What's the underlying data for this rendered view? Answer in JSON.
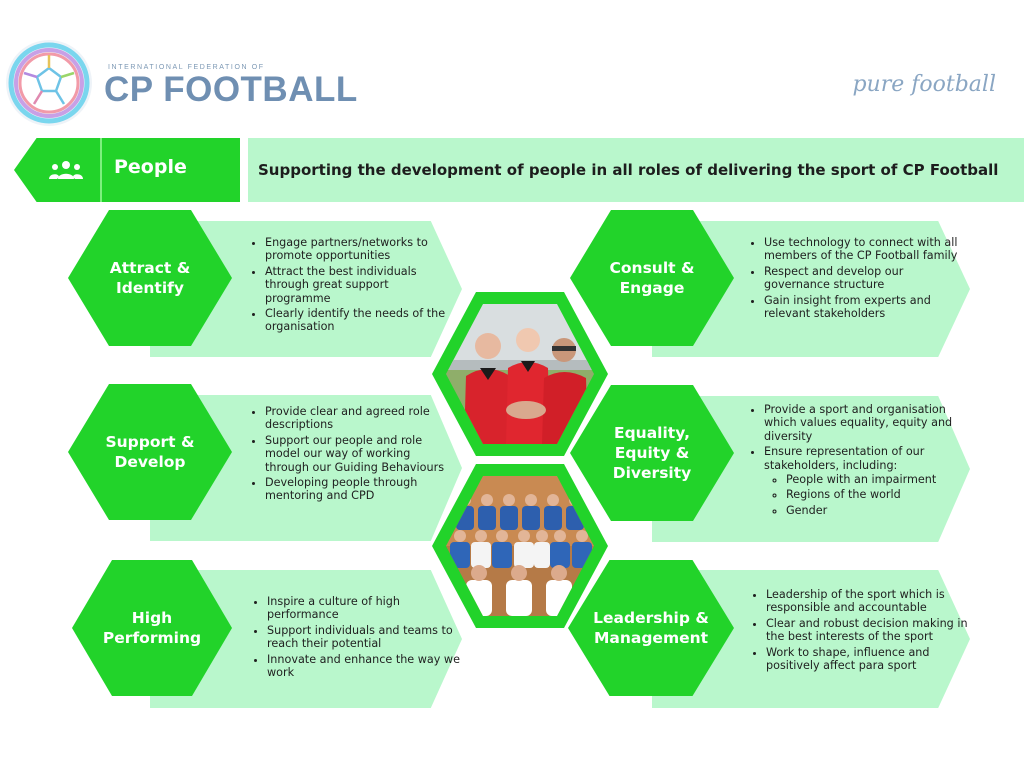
{
  "header": {
    "logo_small": "INTERNATIONAL FEDERATION OF",
    "logo_big": "CP FOOTBALL",
    "tagline": "pure football"
  },
  "title_bar": {
    "label": "People",
    "icon": "people-icon",
    "subtitle": "Supporting the development of people in all roles of delivering the sport of CP Football"
  },
  "colors": {
    "green": "#22d32a",
    "light_green": "#b9f7cc",
    "logo_blue": "#6f8fb2"
  },
  "cards": {
    "attract": {
      "title": "Attract &\nIdentify",
      "bullets": [
        "Engage partners/networks to promote opportunities",
        "Attract the best individuals through great support programme",
        "Clearly identify the needs of the organisation"
      ]
    },
    "support": {
      "title": "Support &\nDevelop",
      "bullets": [
        "Provide clear and agreed role descriptions",
        "Support our people and role model our way of working through our Guiding Behaviours",
        "Developing people through mentoring and CPD"
      ]
    },
    "high": {
      "title": "High\nPerforming",
      "bullets": [
        "Inspire a culture of high performance",
        "Support individuals and teams to reach their potential",
        "Innovate and enhance the way we work"
      ]
    },
    "consult": {
      "title": "Consult &\nEngage",
      "bullets": [
        "Use technology to connect with all members of the CP Football family",
        "Respect and develop our governance structure",
        "Gain insight from experts and relevant stakeholders"
      ]
    },
    "equality": {
      "title": "Equality,\nEquity &\nDiversity",
      "bullets": [
        "Provide a sport and organisation which values equality, equity and diversity",
        "Ensure representation of our stakeholders, including:"
      ],
      "sub_bullets": [
        "People with an impairment",
        "Regions of the world",
        "Gender"
      ]
    },
    "leadership": {
      "title": "Leadership &\nManagement",
      "bullets": [
        "Leadership of the sport which is responsible and accountable",
        "Clear and robust decision making in the best interests of the sport",
        "Work to shape, influence and positively affect para sport"
      ]
    }
  }
}
